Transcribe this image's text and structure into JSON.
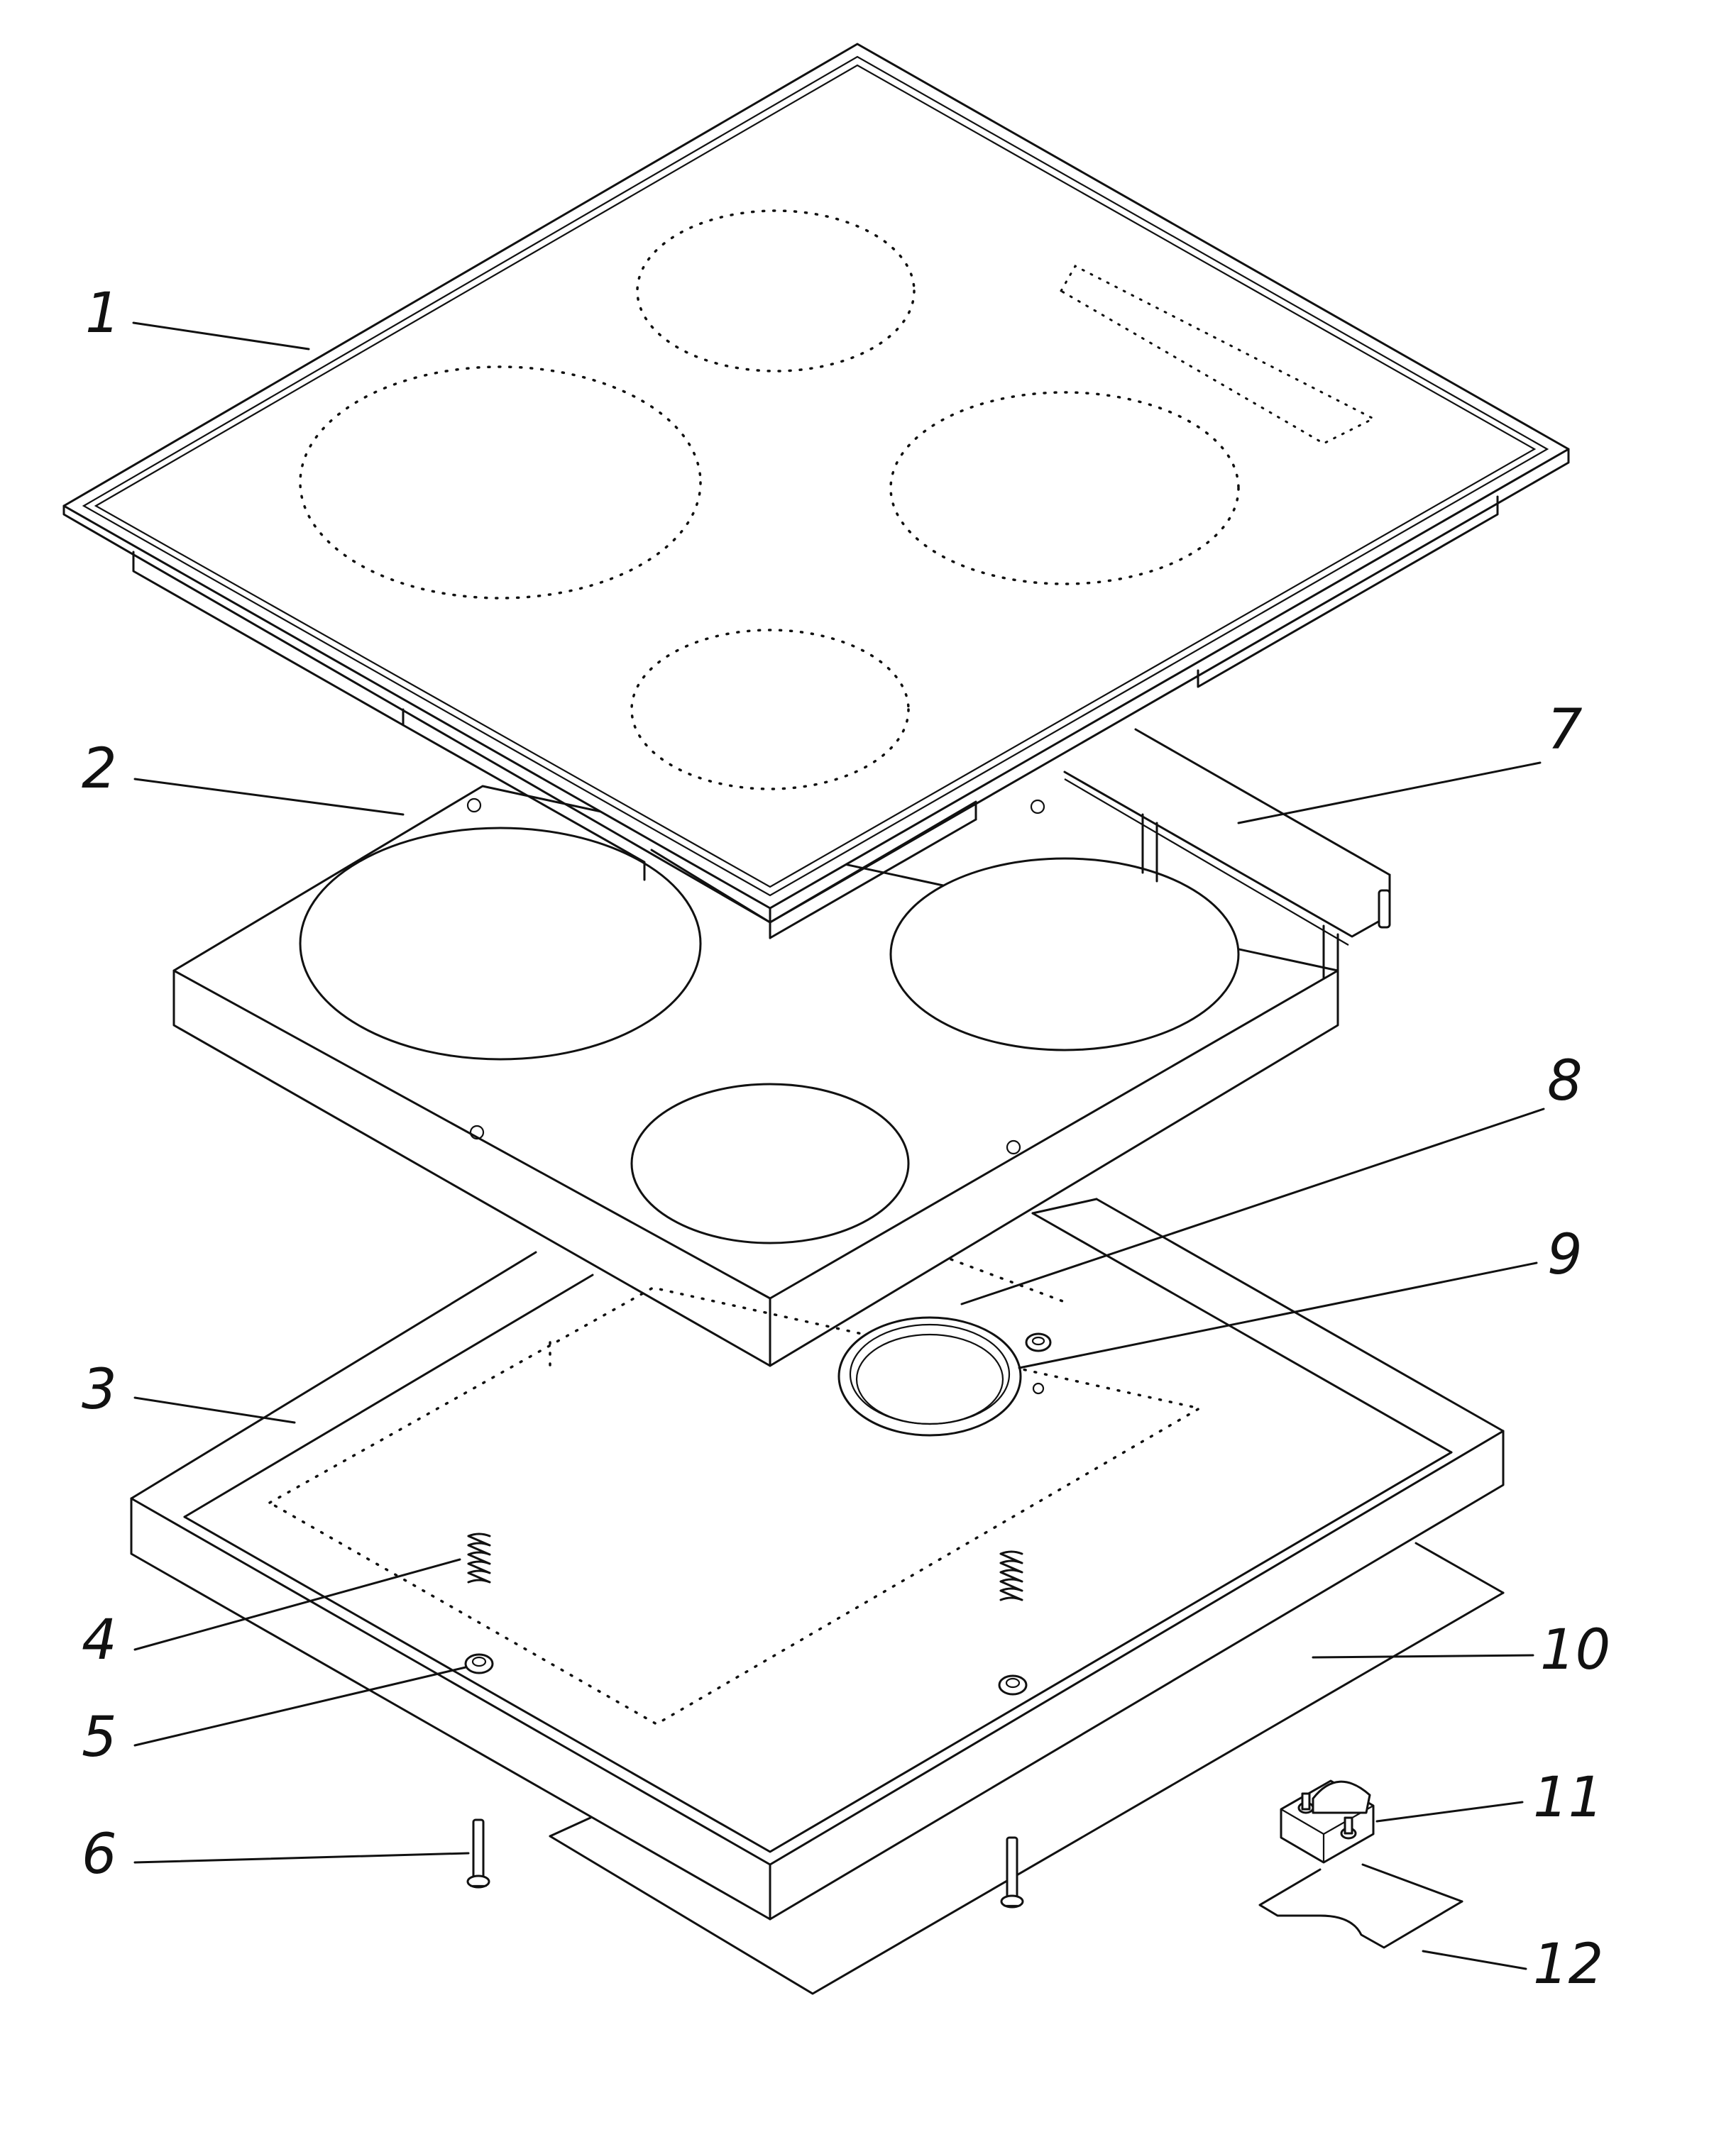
{
  "diagram": {
    "colors": {
      "line": "#111111",
      "background": "#ffffff"
    },
    "callouts": [
      {
        "id": "1",
        "text": "1"
      },
      {
        "id": "2",
        "text": "2"
      },
      {
        "id": "3",
        "text": "3"
      },
      {
        "id": "4",
        "text": "4"
      },
      {
        "id": "5",
        "text": "5"
      },
      {
        "id": "6",
        "text": "6"
      },
      {
        "id": "7",
        "text": "7"
      },
      {
        "id": "8",
        "text": "8"
      },
      {
        "id": "9",
        "text": "9"
      },
      {
        "id": "10",
        "text": "10"
      },
      {
        "id": "11",
        "text": "11"
      },
      {
        "id": "12",
        "text": "12"
      }
    ]
  }
}
